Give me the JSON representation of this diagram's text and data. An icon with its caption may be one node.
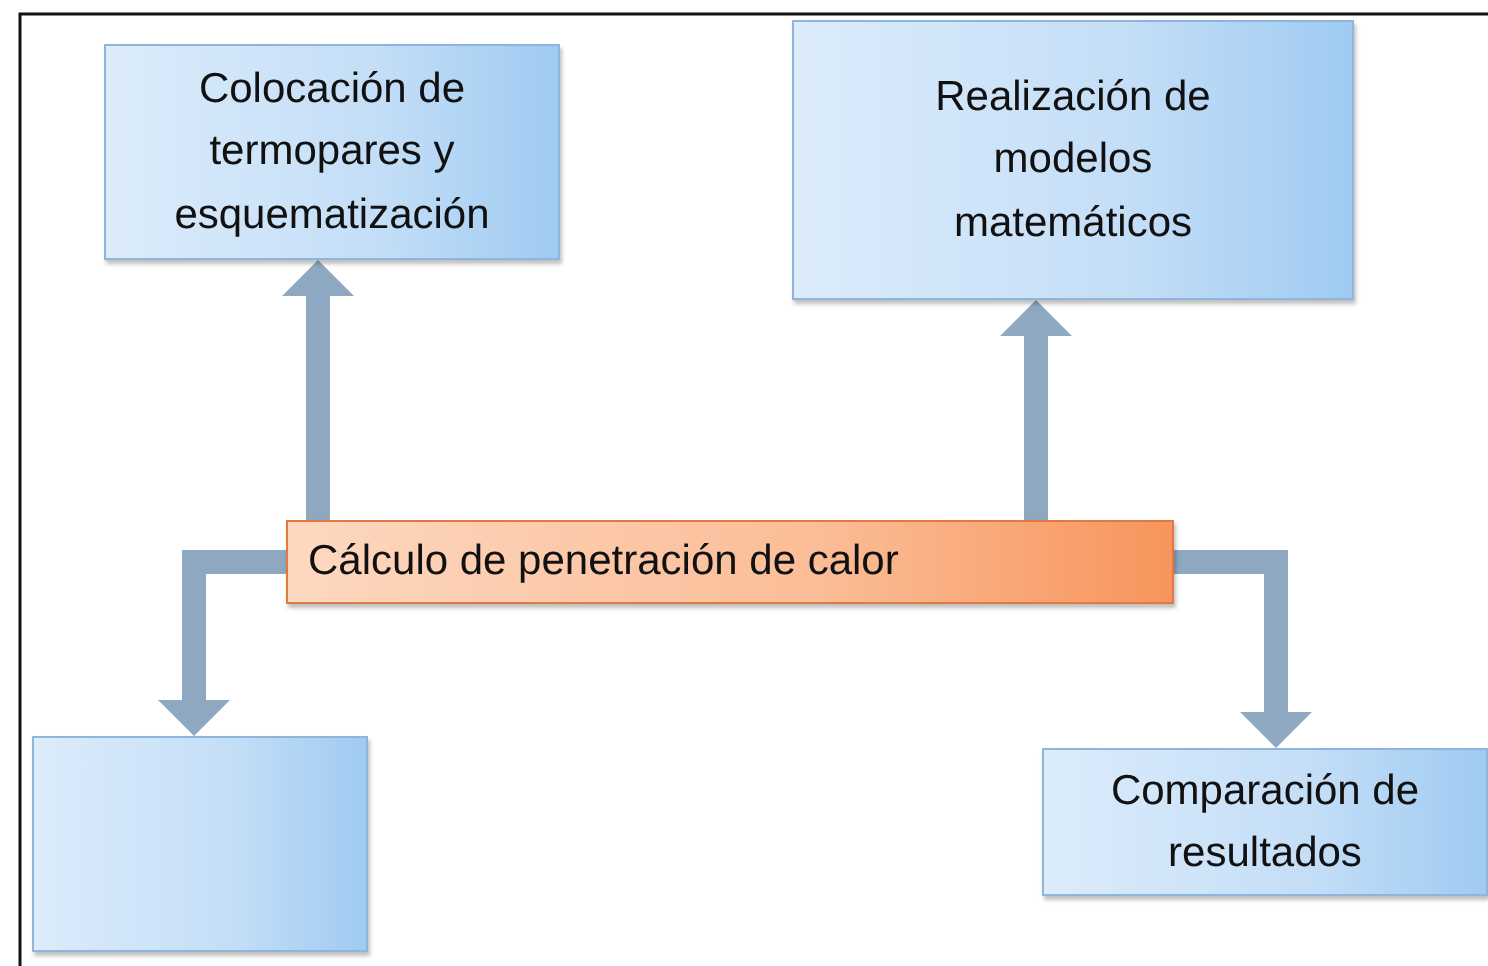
{
  "diagram": {
    "nodes": [
      {
        "text": [
          "Colocación de termopares y esquematización"
        ]
      },
      {
        "text": [
          "Realización de modelos matemáticos"
        ]
      },
      {
        "text": [
          "Cálculo de penetración de calor"
        ]
      },
      {
        "text": [],
        "shape": "box"
      },
      {
        "text": [
          "Comparación de resultados"
        ]
      }
    ],
    "edges": [
      {
        "from": 2,
        "to": 0,
        "arrow": "to"
      },
      {
        "from": 2,
        "to": 1,
        "arrow": "to"
      },
      {
        "from": 2,
        "to": 3,
        "arrow": "to"
      },
      {
        "from": 2,
        "to": 4,
        "arrow": "to"
      }
    ]
  }
}
